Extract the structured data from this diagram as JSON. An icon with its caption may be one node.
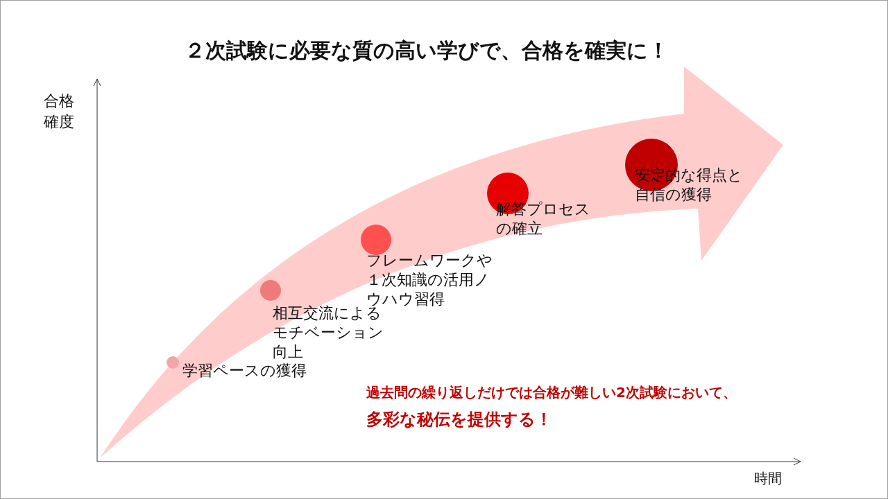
{
  "diagram": {
    "title": "２次試験に必要な質の高い学びで、合格を確実に！",
    "nodes": [
      {
        "text": [],
        "shape": "circle",
        "beside": [
          "学習ペースの獲得"
        ]
      },
      {
        "text": [],
        "shape": "circle",
        "beside": [
          "相互交流によるモチベーション向上"
        ]
      },
      {
        "text": [],
        "shape": "circle",
        "beside": [
          "フレームワークや１次知識の活用ノウハウ習得"
        ]
      },
      {
        "text": [],
        "shape": "circle",
        "beside": [
          "解答プロセスの確立"
        ]
      },
      {
        "text": [],
        "shape": "circle",
        "beside": [
          "安定的な得点と自信の獲得"
        ]
      }
    ],
    "labels": [
      "合格確度",
      "時間",
      "過去問の繰り返しだけでは合格が難しい2次試験において、",
      "多彩な秘伝を提供する！"
    ]
  }
}
